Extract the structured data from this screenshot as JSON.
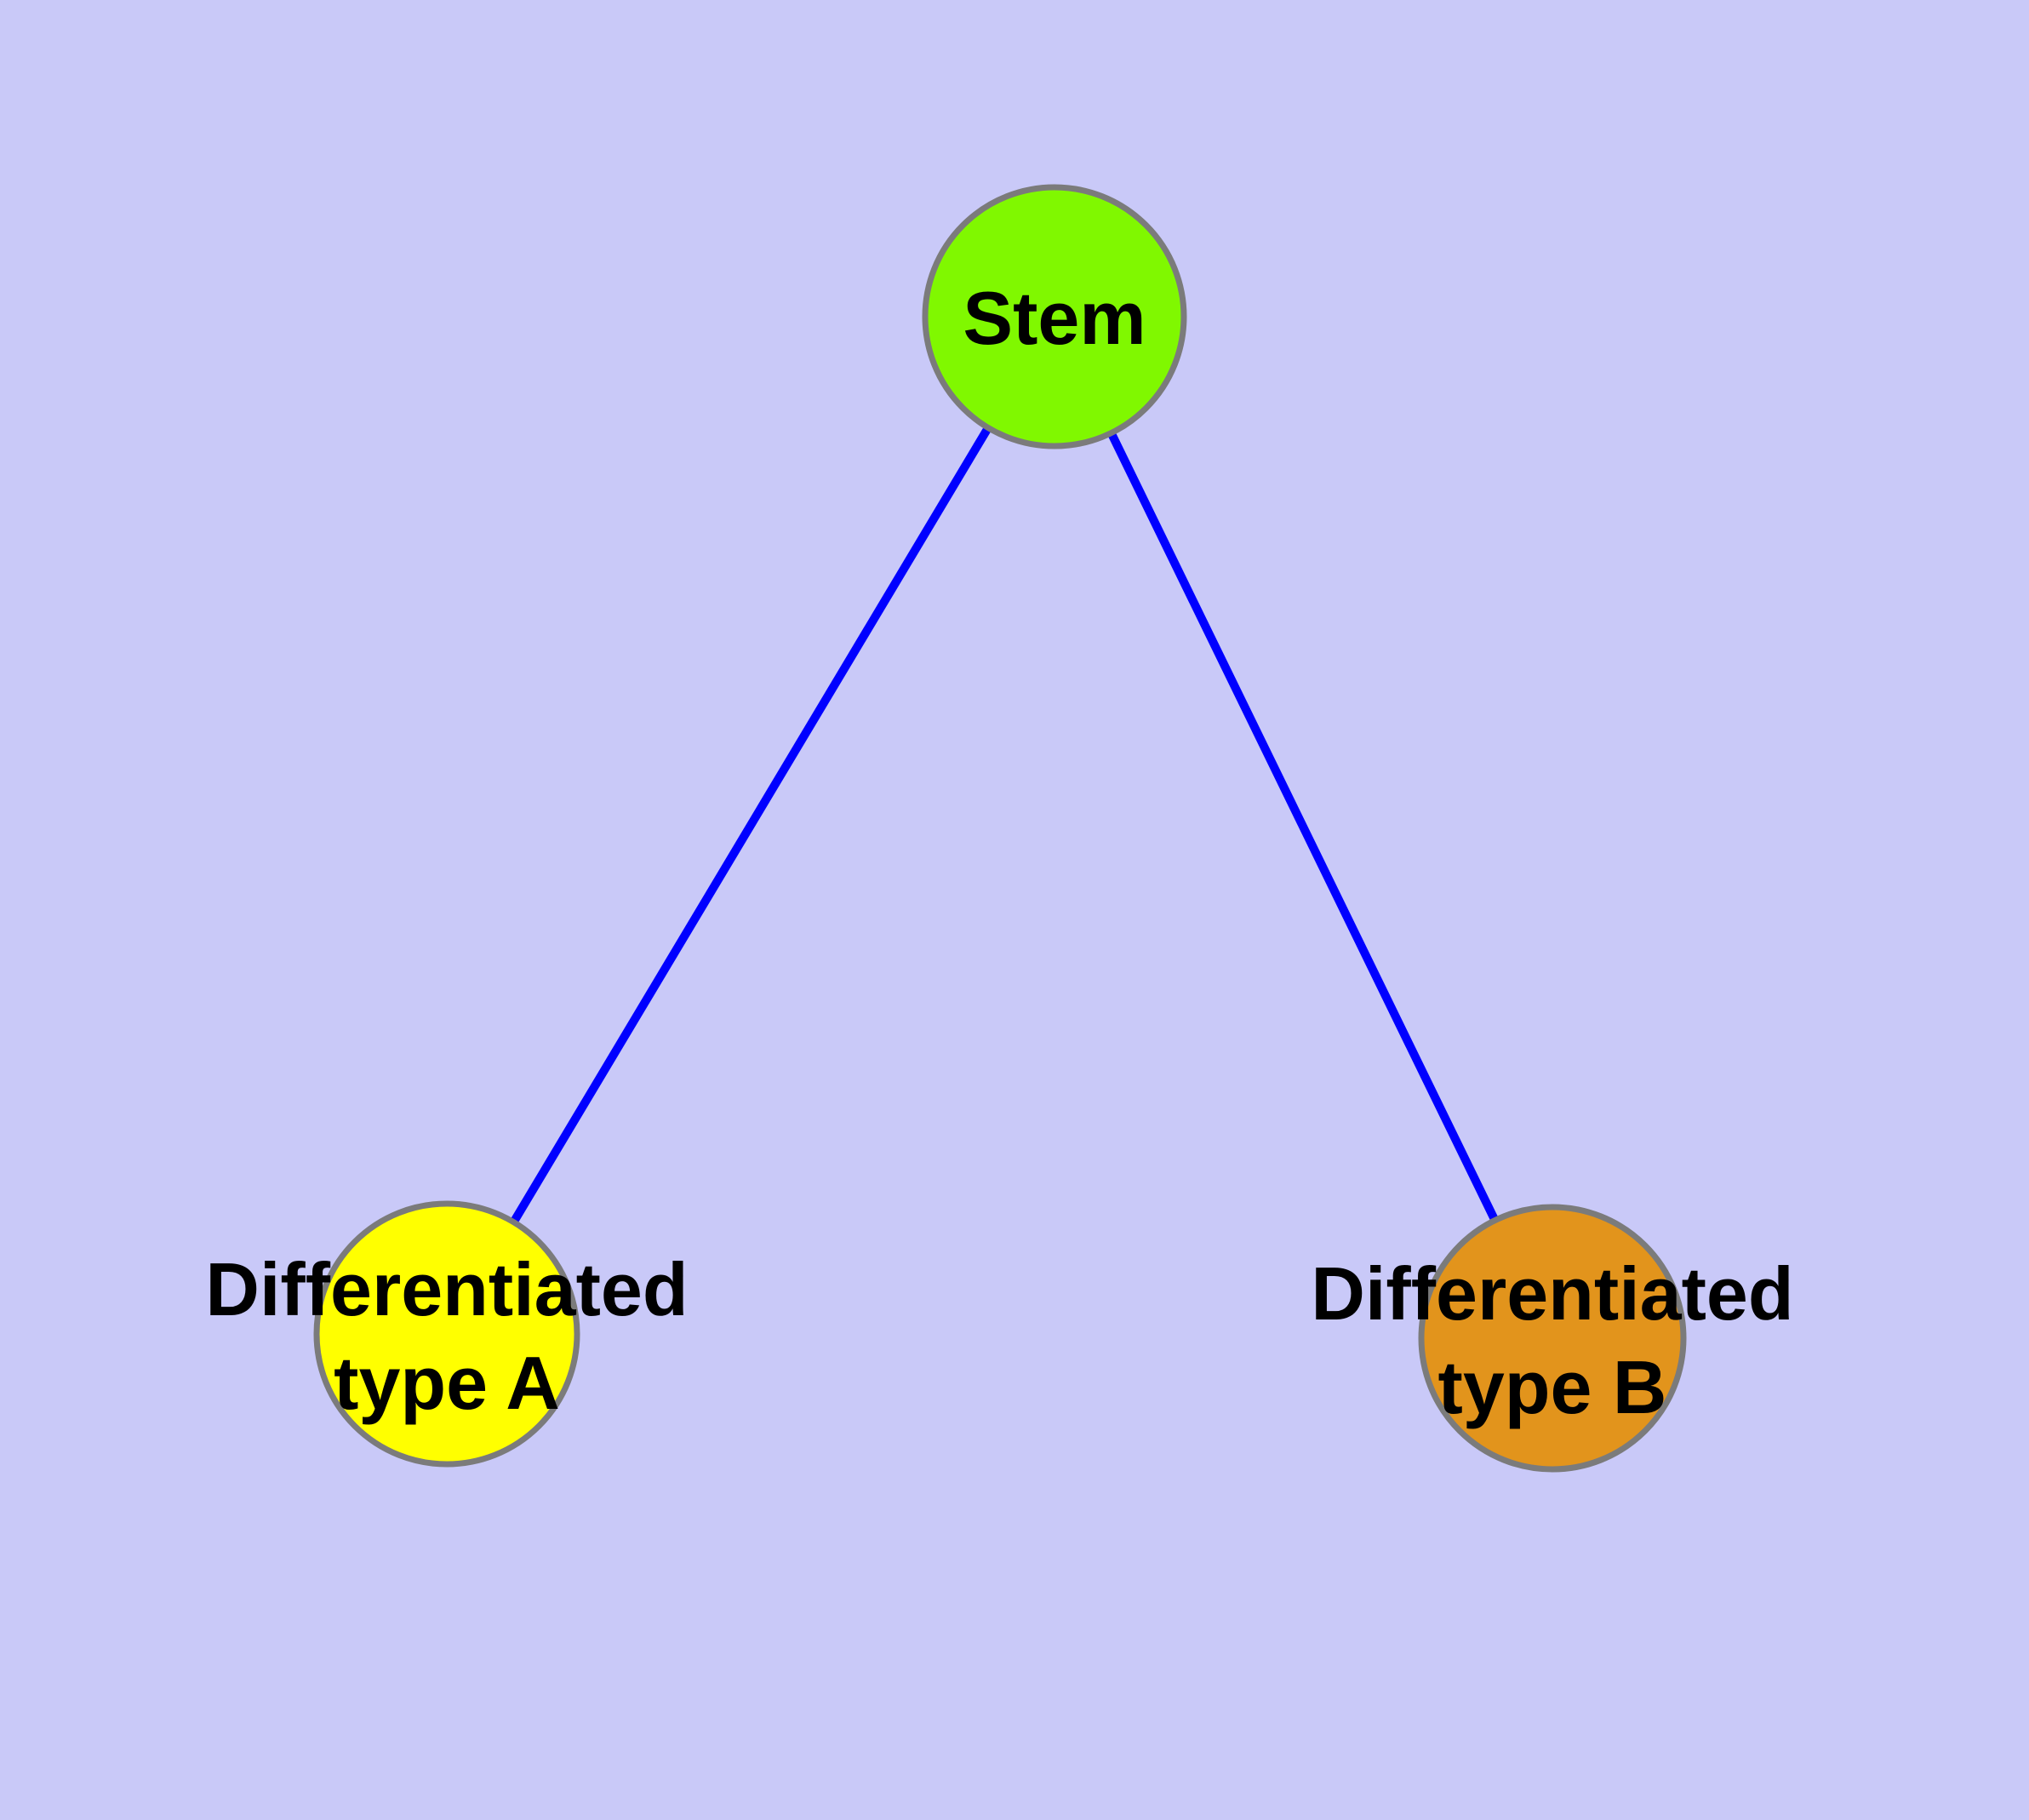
{
  "diagram": {
    "type": "graph",
    "description": "Cell differentiation hierarchy diagram with a stem node branching to two differentiated cell type nodes",
    "background_color": "#C9C9F8",
    "edge_color": "#0000FF",
    "node_border_color": "#7B7B7B",
    "label_color": "#000000",
    "nodes": [
      {
        "id": "stem",
        "label": "Stem",
        "label_line2": "",
        "color": "#80F800"
      },
      {
        "id": "type-a",
        "label": "Differentiated",
        "label_line2": "type A",
        "color": "#FFFF00"
      },
      {
        "id": "type-b",
        "label": "Differentiated",
        "label_line2": "type B",
        "color": "#E2941C"
      }
    ],
    "edges": [
      {
        "from": "Stem",
        "to": "Differentiated type A"
      },
      {
        "from": "Stem",
        "to": "Differentiated type B"
      }
    ]
  }
}
